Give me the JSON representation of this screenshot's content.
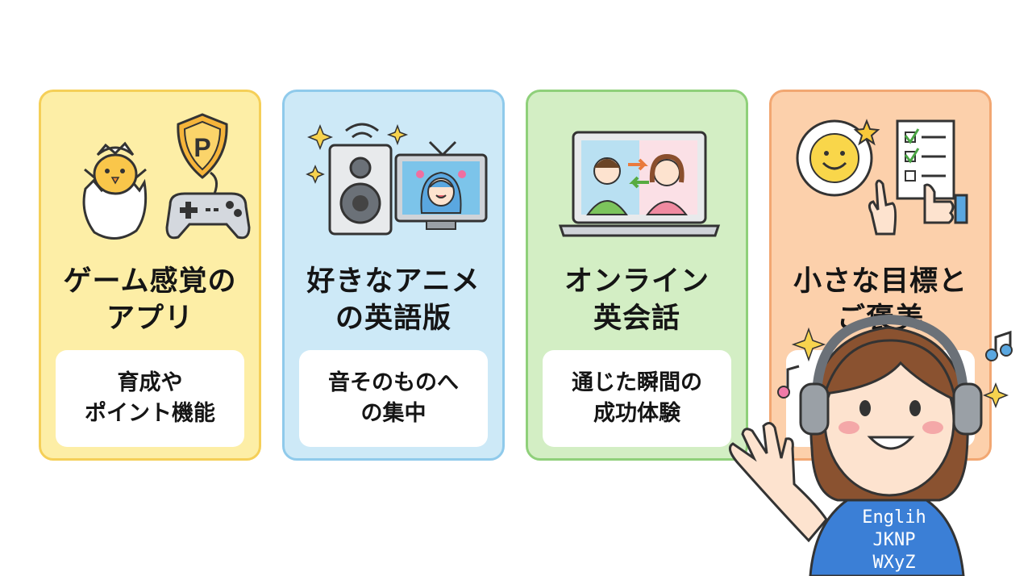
{
  "colors": {
    "yellow_bg": "#fdeea6",
    "yellow_border": "#f5cf58",
    "blue_bg": "#cde9f7",
    "blue_border": "#8fcaeb",
    "green_bg": "#d3eec4",
    "green_border": "#8fd07a",
    "orange_bg": "#fcd0ab",
    "orange_border": "#f2a772"
  },
  "cards": [
    {
      "title": [
        "ゲーム感覚の",
        "アプリ"
      ],
      "desc": [
        "育成や",
        "ポイント機能"
      ],
      "icons": [
        "chick-in-egg-icon",
        "shield-p-icon",
        "game-controller-icon"
      ]
    },
    {
      "title": [
        "好きなアニメ",
        "の英語版"
      ],
      "desc": [
        "音そのものへ",
        "の集中"
      ],
      "icons": [
        "speaker-icon",
        "tv-anime-icon",
        "sparkle-icon"
      ]
    },
    {
      "title": [
        "オンライン",
        "英会話"
      ],
      "desc": [
        "通じた瞬間の",
        "成功体験"
      ],
      "icons": [
        "laptop-video-call-icon"
      ]
    },
    {
      "title": [
        "小さな目標と",
        "ご褒美"
      ],
      "desc": [
        "",
        ""
      ],
      "icons": [
        "smiley-sticker-icon",
        "checklist-icon",
        "thumbs-up-icon",
        "pointing-hand-icon"
      ]
    }
  ],
  "mascot": {
    "shirt_text": [
      "Englih",
      "JKNP",
      "WXyZ"
    ]
  }
}
